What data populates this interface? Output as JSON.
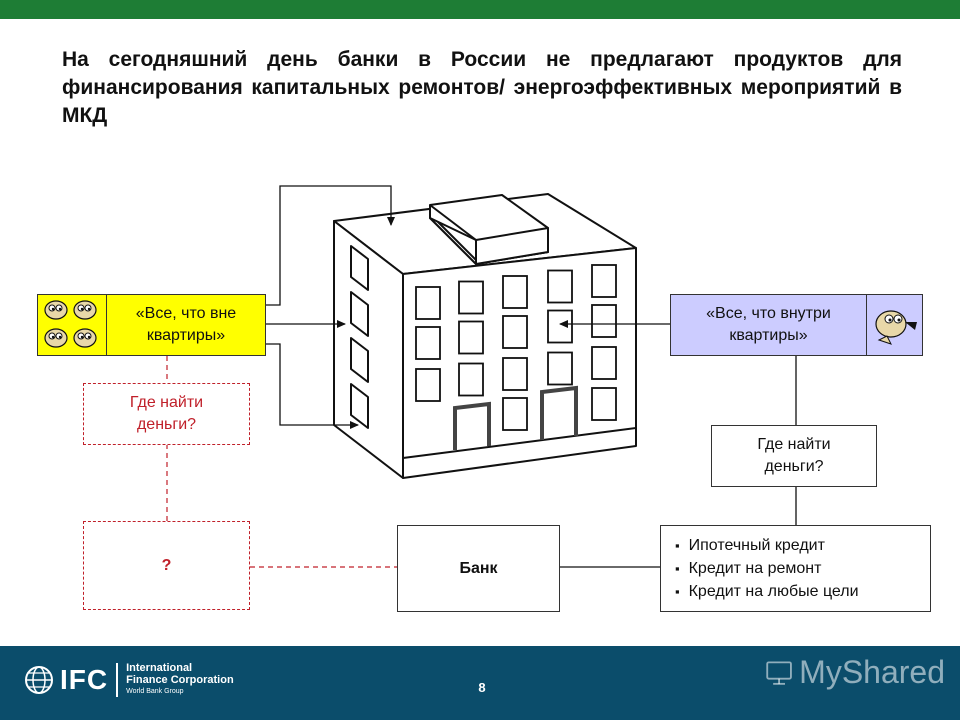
{
  "slide": {
    "title": "На сегодняшний день банки в России не предлагают продуктов для финансирования капитальных ремонтов/ энергоэффективных мероприятий в МКД",
    "page_number": "8",
    "accent_color": "#1e7d35",
    "footer_color": "#0b4d6b"
  },
  "diagram": {
    "outside_apartment": "«Все, что вне квартиры»",
    "inside_apartment": "«Все, что внутри квартиры»",
    "where_money_left": "Где найти деньги?",
    "where_money_right": "Где найти деньги?",
    "question_mark": "?",
    "bank": "Банк",
    "products": [
      "Ипотечный кредит",
      "Кредит на ремонт",
      "Кредит на любые цели"
    ],
    "building_icon": "apartment-building-icon",
    "faces_icon": "residents-faces-icon"
  },
  "footer": {
    "logo_letters": "IFC",
    "logo_line1": "International",
    "logo_line2": "Finance Corporation",
    "logo_line3": "World Bank Group",
    "watermark": "MyShared"
  }
}
